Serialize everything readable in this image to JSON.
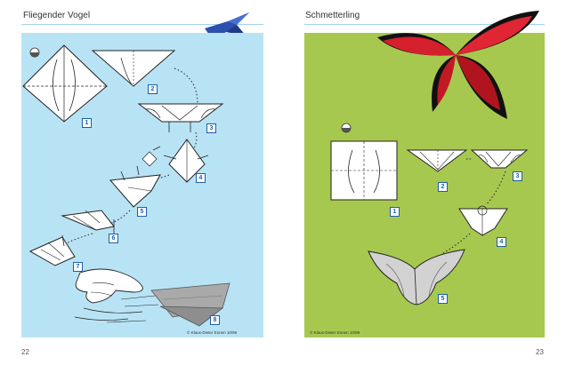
{
  "left_page": {
    "title": "Fliegender Vogel",
    "page_number": "22",
    "credit": "© Klaus-Dieter Ennen 10/99",
    "steps": [
      "1",
      "2",
      "3",
      "4",
      "5",
      "6",
      "7",
      "8"
    ]
  },
  "right_page": {
    "title": "Schmetterling",
    "page_number": "23",
    "credit": "© Klaus-Dieter Ennen 10/99",
    "steps": [
      "1",
      "2",
      "3",
      "4",
      "5"
    ]
  },
  "colors": {
    "blue_panel": "#b8e3f4",
    "green_panel": "#a7c84f",
    "step_box": "#1c5fa8",
    "butterfly_red": "#d4202c",
    "bird_blue": "#2d4fb0"
  }
}
